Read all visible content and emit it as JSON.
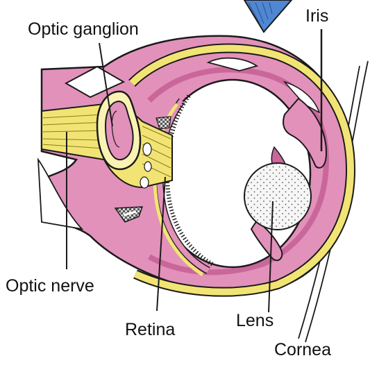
{
  "labels": {
    "optic_ganglion": "Optic ganglion",
    "iris": "Iris",
    "optic_nerve": "Optic nerve",
    "retina": "Retina",
    "lens": "Lens",
    "cornea": "Cornea"
  },
  "colors": {
    "tissue_pink": "#e291ba",
    "tissue_pink_dark": "#c9679b",
    "yellow": "#f2e474",
    "yellow_light": "#faf2b4",
    "outline": "#1a1a1a",
    "blue_fin": "#4f87d2",
    "lens_fill": "#f6f6f6",
    "gray_spot": "#bcbcbc"
  }
}
